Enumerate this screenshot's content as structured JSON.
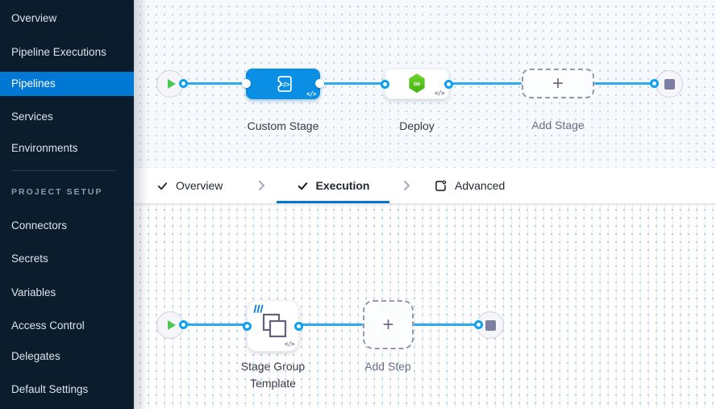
{
  "colors": {
    "sidebar_bg": "#0b1c2c",
    "active_item_bg": "#0278d5",
    "node_blue": "#0a8fe4",
    "connector_blue": "#29aaf2",
    "port_ring_blue": "#0ba0f2",
    "deploy_green": "#4fc318",
    "play_green": "#4dc952",
    "tab_underline": "#0278d5",
    "end_square_gray": "#7d7ea3"
  },
  "sidebar": {
    "items": [
      {
        "label": "Overview",
        "active": false
      },
      {
        "label": "Pipeline Executions",
        "active": false
      },
      {
        "label": "Pipelines",
        "active": true
      },
      {
        "label": "Services",
        "active": false
      },
      {
        "label": "Environments",
        "active": false
      }
    ],
    "section_title": "PROJECT SETUP",
    "setup_items": [
      {
        "label": "Connectors"
      },
      {
        "label": "Secrets"
      },
      {
        "label": "Variables"
      },
      {
        "label": "Access Control"
      },
      {
        "label": "Delegates"
      },
      {
        "label": "Default Settings"
      }
    ]
  },
  "tabs": {
    "overview": {
      "label": "Overview",
      "icon": "check-icon",
      "state": "completed"
    },
    "execution": {
      "label": "Execution",
      "icon": "check-icon",
      "state": "active"
    },
    "advanced": {
      "label": "Advanced",
      "icon": "panel-gear-icon",
      "state": "default"
    }
  },
  "stage_canvas": {
    "nodes": [
      {
        "label": "Custom Stage",
        "type": "custom-stage"
      },
      {
        "label": "Deploy",
        "type": "deploy-stage"
      },
      {
        "label": "Add Stage",
        "type": "add-placeholder"
      }
    ]
  },
  "execution_canvas": {
    "nodes": [
      {
        "label": "Stage Group Template",
        "type": "stage-group-template"
      },
      {
        "label": "Add Step",
        "type": "add-placeholder"
      }
    ]
  },
  "icons": {
    "code_badge": "</>",
    "plus": "+",
    "infinity": "∞"
  }
}
